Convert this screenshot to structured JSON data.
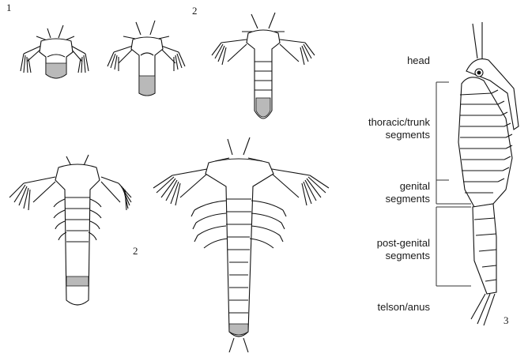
{
  "figure": {
    "panel_numbers": [
      "1",
      "2",
      "2",
      "3"
    ],
    "labels": {
      "head": "head",
      "thoracic": [
        "thoracic/trunk",
        "segments"
      ],
      "genital": [
        "genital",
        "segments"
      ],
      "postgenital": [
        "post-genital",
        "segments"
      ],
      "telson": "telson/anus"
    }
  }
}
